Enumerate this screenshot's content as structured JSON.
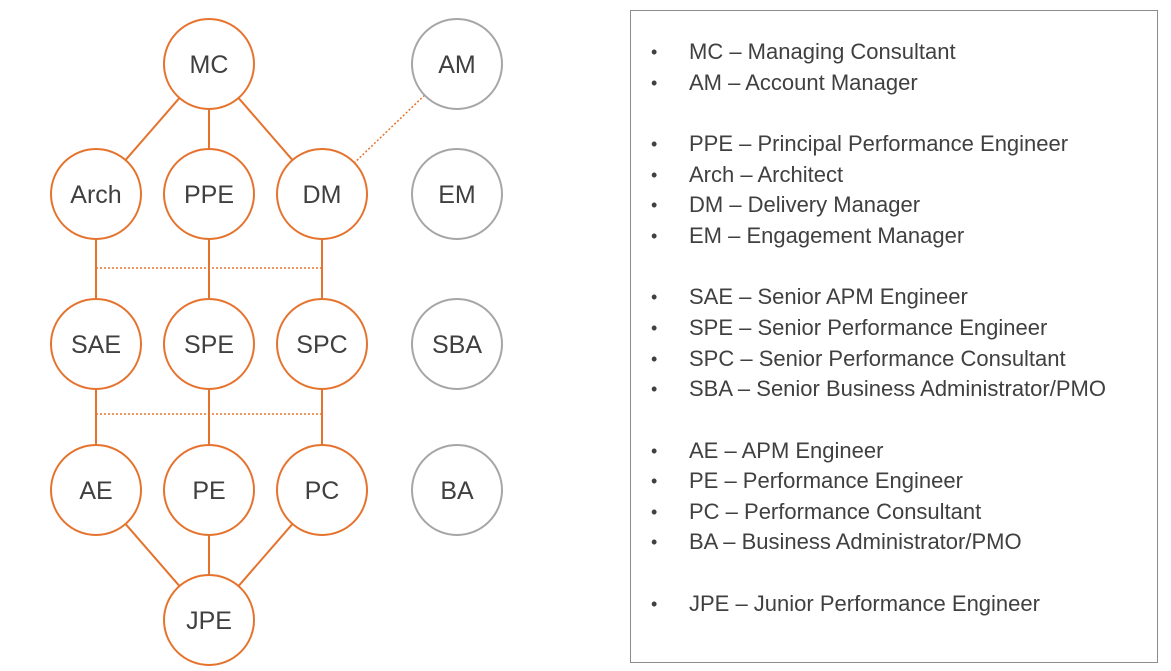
{
  "colors": {
    "accent": "#e5732d",
    "neutral": "#a6a6a6",
    "text": "#404040",
    "border": "#8c8c8c"
  },
  "nodes": [
    {
      "id": "MC",
      "label": "MC",
      "style": "accent"
    },
    {
      "id": "AM",
      "label": "AM",
      "style": "neutral"
    },
    {
      "id": "Arch",
      "label": "Arch",
      "style": "accent"
    },
    {
      "id": "PPE",
      "label": "PPE",
      "style": "accent"
    },
    {
      "id": "DM",
      "label": "DM",
      "style": "accent"
    },
    {
      "id": "EM",
      "label": "EM",
      "style": "neutral"
    },
    {
      "id": "SAE",
      "label": "SAE",
      "style": "accent"
    },
    {
      "id": "SPE",
      "label": "SPE",
      "style": "accent"
    },
    {
      "id": "SPC",
      "label": "SPC",
      "style": "accent"
    },
    {
      "id": "SBA",
      "label": "SBA",
      "style": "neutral"
    },
    {
      "id": "AE",
      "label": "AE",
      "style": "accent"
    },
    {
      "id": "PE",
      "label": "PE",
      "style": "accent"
    },
    {
      "id": "PC",
      "label": "PC",
      "style": "accent"
    },
    {
      "id": "BA",
      "label": "BA",
      "style": "neutral"
    },
    {
      "id": "JPE",
      "label": "JPE",
      "style": "accent"
    }
  ],
  "edges": [
    {
      "from": "MC",
      "to": "Arch",
      "kind": "solid"
    },
    {
      "from": "MC",
      "to": "PPE",
      "kind": "solid"
    },
    {
      "from": "MC",
      "to": "DM",
      "kind": "solid"
    },
    {
      "from": "AM",
      "to": "DM",
      "kind": "dotted"
    },
    {
      "from": "Arch",
      "to": "SAE",
      "kind": "solid"
    },
    {
      "from": "PPE",
      "to": "SPE",
      "kind": "solid"
    },
    {
      "from": "DM",
      "to": "SPC",
      "kind": "solid"
    },
    {
      "from": "SAE",
      "to": "AE",
      "kind": "solid"
    },
    {
      "from": "SPE",
      "to": "PE",
      "kind": "solid"
    },
    {
      "from": "SPC",
      "to": "PC",
      "kind": "solid"
    },
    {
      "from": "AE",
      "to": "JPE",
      "kind": "solid"
    },
    {
      "from": "PE",
      "to": "JPE",
      "kind": "solid"
    },
    {
      "from": "PC",
      "to": "JPE",
      "kind": "solid"
    }
  ],
  "dotted_links": [
    {
      "from": "Arch",
      "to": "DM"
    },
    {
      "from": "SAE",
      "to": "SPC"
    }
  ],
  "legend": [
    {
      "text": "MC – Managing Consultant"
    },
    {
      "text": "AM – Account Manager"
    },
    {
      "text": "PPE – Principal Performance Engineer"
    },
    {
      "text": "Arch – Architect"
    },
    {
      "text": "DM – Delivery Manager"
    },
    {
      "text": "EM – Engagement Manager"
    },
    {
      "text": "SAE – Senior APM Engineer"
    },
    {
      "text": "SPE – Senior Performance Engineer"
    },
    {
      "text": "SPC – Senior Performance Consultant"
    },
    {
      "text": "SBA – Senior Business Administrator/PMO"
    },
    {
      "text": "AE – APM Engineer"
    },
    {
      "text": "PE – Performance Engineer"
    },
    {
      "text": "PC – Performance Consultant"
    },
    {
      "text": "BA – Business Administrator/PMO"
    },
    {
      "text": "JPE – Junior Performance Engineer"
    }
  ]
}
